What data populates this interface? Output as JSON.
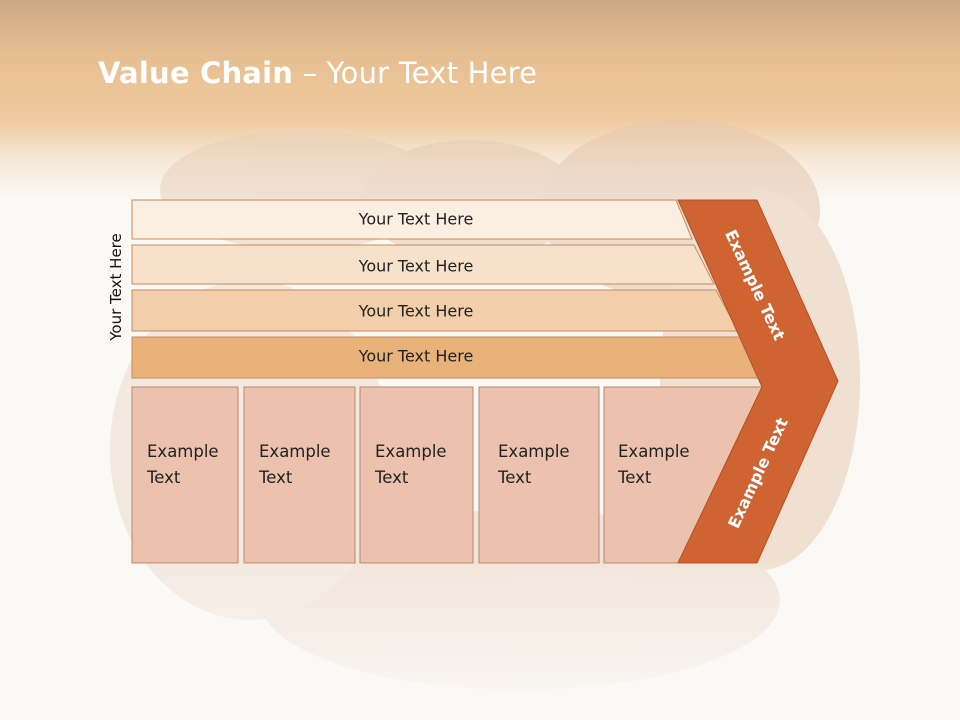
{
  "slide": {
    "title_bold": "Value Chain",
    "title_rest": " – Your Text Here",
    "side_label": "Your Text Here"
  },
  "bars": [
    {
      "label": "Your Text Here"
    },
    {
      "label": "Your Text Here"
    },
    {
      "label": "Your Text Here"
    },
    {
      "label": "Your Text Here"
    }
  ],
  "boxes": [
    {
      "line1": "Example",
      "line2": "Text"
    },
    {
      "line1": "Example",
      "line2": "Text"
    },
    {
      "line1": "Example",
      "line2": "Text"
    },
    {
      "line1": "Example",
      "line2": "Text"
    },
    {
      "line1": "Example",
      "line2": "Text"
    }
  ],
  "chevron": {
    "upper_label": "Example Text",
    "lower_label": "Example Text"
  },
  "colors": {
    "header": "#d89040",
    "bar_1": "#fbeee3",
    "bar_2": "#f8e1cb",
    "bar_3": "#f2cfaa",
    "bar_4": "#e8b27a",
    "box_fill": "#ecc2ae",
    "chevron": "#cf6332"
  }
}
